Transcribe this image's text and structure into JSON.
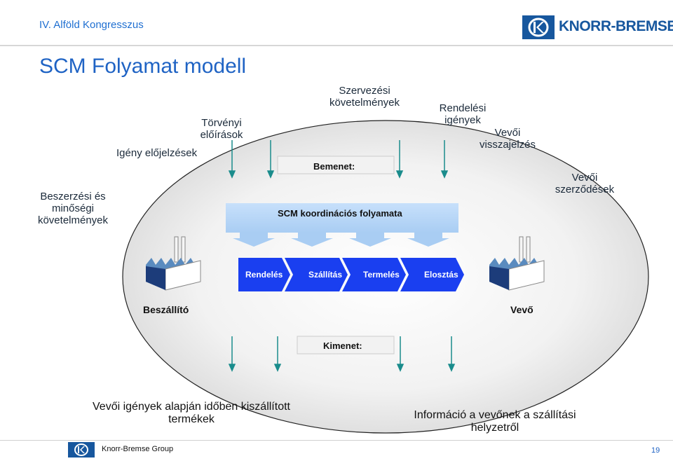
{
  "header": {
    "conference": "IV. Alföld Kongresszus",
    "brand": "KNORR-BREMSE"
  },
  "slide": {
    "title": "SCM Folyamat modell"
  },
  "labels": {
    "beszerzesi": [
      "Beszerzési és",
      "minőségi",
      "követelmények"
    ],
    "igeny": "Igény előjelzések",
    "torvenyi": [
      "Törvényi",
      "előírások"
    ],
    "szervezesi": [
      "Szervezési",
      "követelmények"
    ],
    "rendelesi": [
      "Rendelési",
      "igények"
    ],
    "visszajelzes": [
      "Vevői",
      "visszajelzés"
    ],
    "szerzodesek": [
      "Vevői",
      "szerződések"
    ]
  },
  "boxes": {
    "bemenet": "Bemenet:",
    "scm": "SCM koordinációs folyamata",
    "kimenet": "Kimenet:"
  },
  "flow": {
    "steps": [
      "Rendelés",
      "Szállítás",
      "Termelés",
      "Elosztás"
    ],
    "color": "#1a3ff0"
  },
  "parties": {
    "supplier": "Beszállító",
    "customer": "Vevő"
  },
  "outputs": {
    "left": [
      "Vevői igények alapján időben kiszállított",
      "termékek"
    ],
    "right": [
      "Információ a vevőnek a szállítási",
      "helyzetről"
    ]
  },
  "footer": {
    "group": "Knorr-Bremse Group",
    "page": "19"
  },
  "colors": {
    "brand": "#17579e",
    "accent_blue": "#1f63c4",
    "box_light": "#b9d7f7",
    "arrow_teal": "#1a8c8c"
  }
}
